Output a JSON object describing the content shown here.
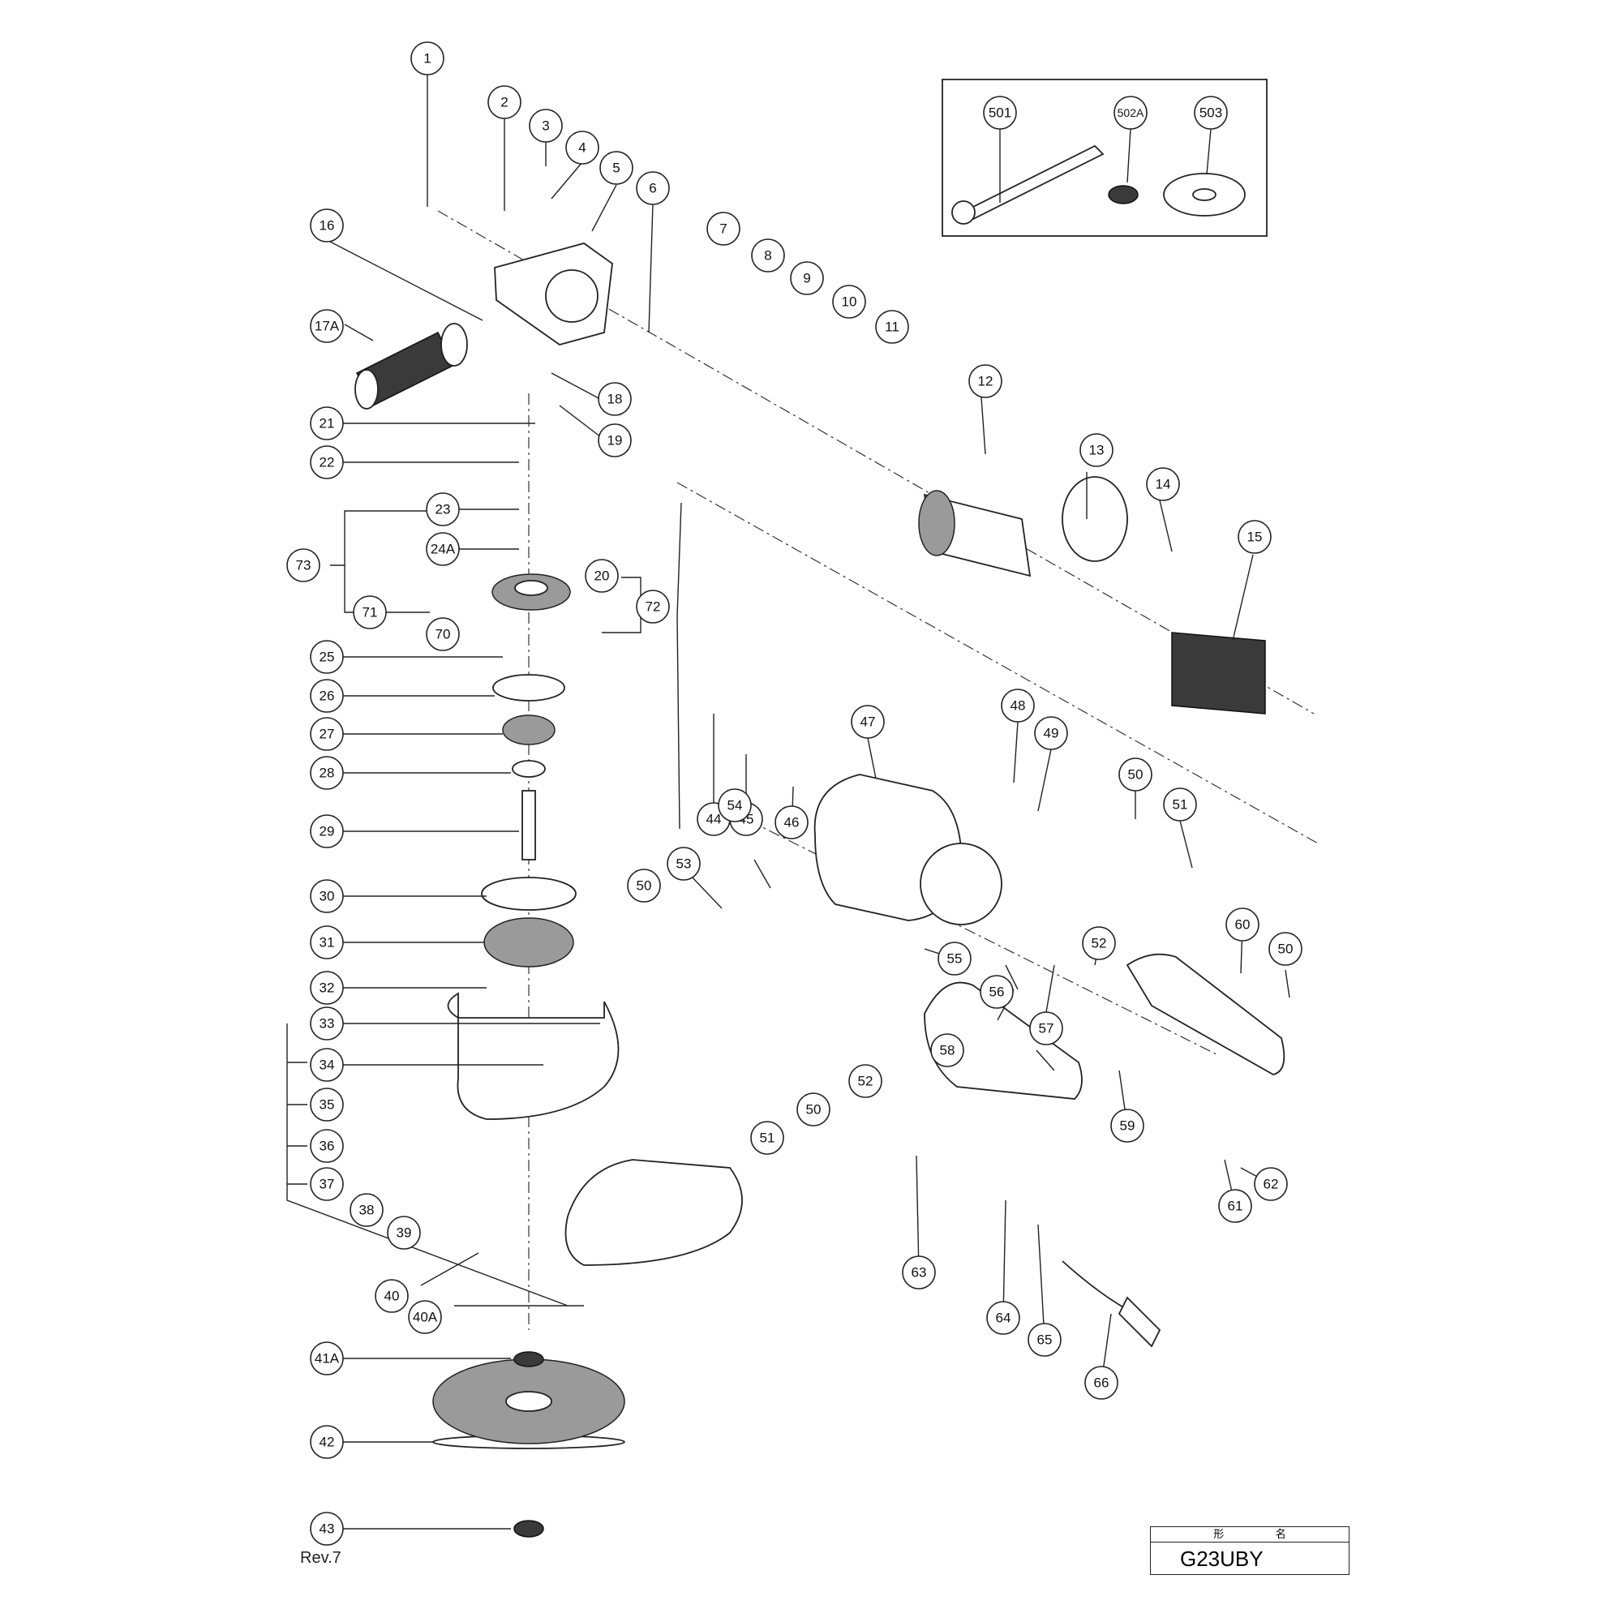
{
  "revision": "Rev.7",
  "model_header": "形 名",
  "model_name": "G23UBY",
  "callouts": [
    {
      "label": "1"
    },
    {
      "label": "2"
    },
    {
      "label": "3"
    },
    {
      "label": "4"
    },
    {
      "label": "5"
    },
    {
      "label": "6"
    },
    {
      "label": "7"
    },
    {
      "label": "8"
    },
    {
      "label": "9"
    },
    {
      "label": "10"
    },
    {
      "label": "11"
    },
    {
      "label": "12"
    },
    {
      "label": "13"
    },
    {
      "label": "14"
    },
    {
      "label": "15"
    },
    {
      "label": "16"
    },
    {
      "label": "17A"
    },
    {
      "label": "18"
    },
    {
      "label": "19"
    },
    {
      "label": "20"
    },
    {
      "label": "21"
    },
    {
      "label": "22"
    },
    {
      "label": "23"
    },
    {
      "label": "24A"
    },
    {
      "label": "73"
    },
    {
      "label": "71"
    },
    {
      "label": "70"
    },
    {
      "label": "72"
    },
    {
      "label": "25"
    },
    {
      "label": "26"
    },
    {
      "label": "27"
    },
    {
      "label": "28"
    },
    {
      "label": "29"
    },
    {
      "label": "30"
    },
    {
      "label": "31"
    },
    {
      "label": "32"
    },
    {
      "label": "33"
    },
    {
      "label": "34"
    },
    {
      "label": "35"
    },
    {
      "label": "36"
    },
    {
      "label": "37"
    },
    {
      "label": "38"
    },
    {
      "label": "39"
    },
    {
      "label": "40"
    },
    {
      "label": "40A"
    },
    {
      "label": "41A"
    },
    {
      "label": "42"
    },
    {
      "label": "43"
    },
    {
      "label": "44"
    },
    {
      "label": "45"
    },
    {
      "label": "46"
    },
    {
      "label": "47"
    },
    {
      "label": "48"
    },
    {
      "label": "49"
    },
    {
      "label": "50"
    },
    {
      "label": "51"
    },
    {
      "label": "50"
    },
    {
      "label": "53"
    },
    {
      "label": "54"
    },
    {
      "label": "55"
    },
    {
      "label": "56"
    },
    {
      "label": "57"
    },
    {
      "label": "52"
    },
    {
      "label": "60"
    },
    {
      "label": "50"
    },
    {
      "label": "58"
    },
    {
      "label": "59"
    },
    {
      "label": "50"
    },
    {
      "label": "52"
    },
    {
      "label": "51"
    },
    {
      "label": "62"
    },
    {
      "label": "61"
    },
    {
      "label": "63"
    },
    {
      "label": "64"
    },
    {
      "label": "65"
    },
    {
      "label": "66"
    },
    {
      "label": "501"
    },
    {
      "label": "502A"
    },
    {
      "label": "503"
    }
  ]
}
